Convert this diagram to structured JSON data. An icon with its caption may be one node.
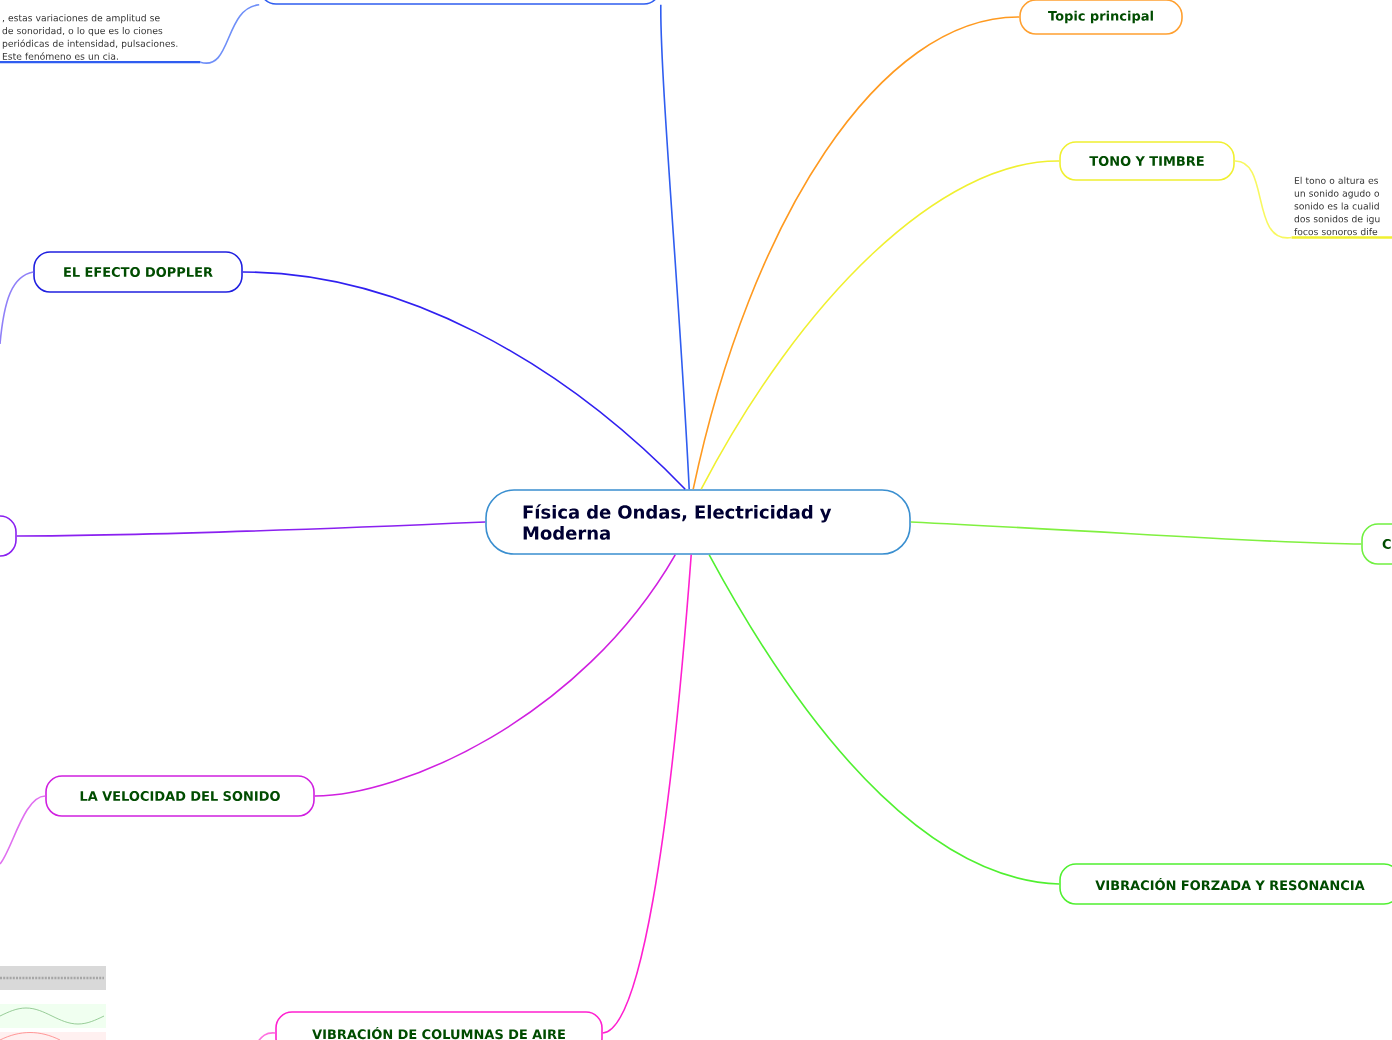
{
  "diagram": {
    "nodes": [
      {
        "text": [
          "Física de Ondas, Electricidad y Moderna"
        ]
      },
      {
        "text": [],
        "shape": "box"
      },
      {
        "text": [
          ", estas variaciones de amplitud se de sonoridad, o lo que es lo ciones periódicas de intensidad, pulsaciones. Este fenómeno es un cia."
        ]
      },
      {
        "text": [
          "Topic principal"
        ]
      },
      {
        "text": [
          "TONO Y TIMBRE"
        ]
      },
      {
        "text": [
          "El tono o altura es un sonido agudo o sonido es la cualid dos sonidos de igu focos sonoros dife"
        ]
      },
      {
        "text": [
          "EL EFECTO DOPPLER"
        ]
      },
      {
        "text": [],
        "shape": "box"
      },
      {
        "text": [
          "C"
        ]
      },
      {
        "text": [
          "LA VELOCIDAD DEL SONIDO"
        ]
      },
      {
        "text": [
          "VIBRACIÓN FORZADA Y RESONANCIA"
        ]
      },
      {
        "text": [
          "VIBRACIÓN DE COLUMNAS DE AIRE"
        ]
      }
    ],
    "edges": [
      {
        "from": 0,
        "to": 1,
        "arrow": "none",
        "color": "#2f5df0"
      },
      {
        "from": 0,
        "to": 3,
        "arrow": "none",
        "color": "#ff9a20"
      },
      {
        "from": 0,
        "to": 4,
        "arrow": "none",
        "color": "#f0f030"
      },
      {
        "from": 0,
        "to": 6,
        "arrow": "none",
        "color": "#3020f0"
      },
      {
        "from": 0,
        "to": 7,
        "arrow": "none",
        "color": "#8a20f0"
      },
      {
        "from": 0,
        "to": 8,
        "arrow": "none",
        "color": "#80f040"
      },
      {
        "from": 0,
        "to": 9,
        "arrow": "none",
        "color": "#d020e0"
      },
      {
        "from": 0,
        "to": 10,
        "arrow": "none",
        "color": "#50f030"
      },
      {
        "from": 0,
        "to": 11,
        "arrow": "none",
        "color": "#ff20d0"
      },
      {
        "from": 1,
        "to": 2,
        "arrow": "none",
        "color": "#6f8ff8"
      },
      {
        "from": 4,
        "to": 5,
        "arrow": "none",
        "color": "#f8f860"
      },
      {
        "from": 6,
        "to": null,
        "arrow": "none",
        "color": "#9080f8"
      },
      {
        "from": 9,
        "to": null,
        "arrow": "none",
        "color": "#e070f0"
      },
      {
        "from": 11,
        "to": null,
        "arrow": "none",
        "color": "#ff70e0"
      }
    ]
  }
}
